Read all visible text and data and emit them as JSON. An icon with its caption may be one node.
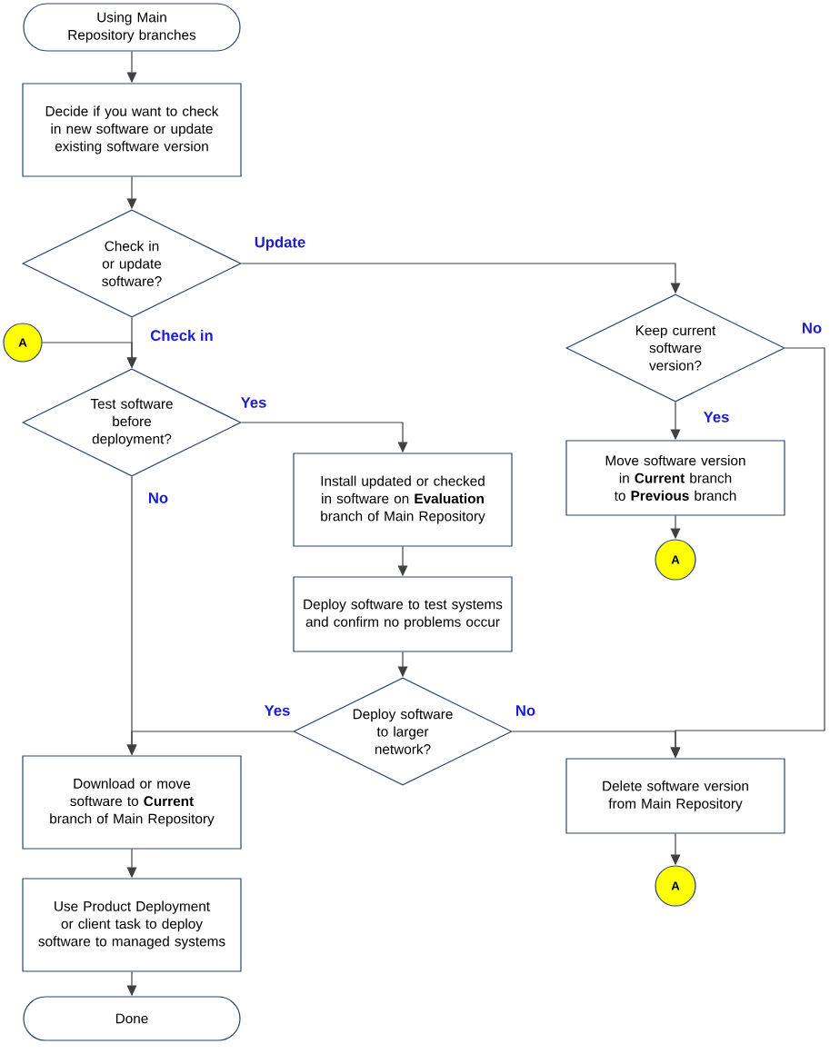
{
  "diagram": {
    "nodes": [
      {
        "text": [
          "Using Main Repository branches"
        ]
      },
      {
        "text": [
          "Decide if you want to check in new software or update existing software version"
        ]
      },
      {
        "text": [
          "Check in or update software?"
        ]
      },
      {
        "text": [
          "A"
        ]
      },
      {
        "text": [
          "Test software before deployment?"
        ]
      },
      {
        "text": [
          "Install updated or checked in software on **Evaluation** branch of Main Repository"
        ]
      },
      {
        "text": [
          "Deploy software to test systems and confirm no problems occur"
        ]
      },
      {
        "text": [
          "Deploy software to larger network?"
        ]
      },
      {
        "text": [
          "Download or move software to **Current** branch of Main Repository"
        ]
      },
      {
        "text": [
          "Use Product Deployment or client task to deploy software to managed systems"
        ]
      },
      {
        "text": [
          "Done"
        ]
      },
      {
        "text": [
          "Keep current software version?"
        ]
      },
      {
        "text": [
          "Move software version in **Current** branch to **Previous** branch"
        ]
      },
      {
        "text": [
          "A"
        ]
      },
      {
        "text": [
          "Delete software version from Main Repository"
        ]
      },
      {
        "text": [
          "A"
        ]
      }
    ],
    "edges": [
      {
        "from": 0,
        "to": 1,
        "arrow": "to"
      },
      {
        "from": 1,
        "to": 2,
        "arrow": "to"
      },
      {
        "from": 2,
        "to": 4,
        "arrow": "to",
        "label": "Check in"
      },
      {
        "from": 3,
        "to": 4,
        "arrow": "to"
      },
      {
        "from": 2,
        "to": 11,
        "arrow": "to",
        "label": "Update"
      },
      {
        "from": 4,
        "to": 5,
        "arrow": "to",
        "label": "Yes"
      },
      {
        "from": 4,
        "to": 8,
        "arrow": "to",
        "label": "No"
      },
      {
        "from": 5,
        "to": 6,
        "arrow": "to"
      },
      {
        "from": 6,
        "to": 7,
        "arrow": "to"
      },
      {
        "from": 7,
        "to": 8,
        "arrow": "to",
        "label": "Yes"
      },
      {
        "from": 7,
        "to": 14,
        "arrow": "to",
        "label": "No"
      },
      {
        "from": 11,
        "to": 12,
        "arrow": "to",
        "label": "Yes"
      },
      {
        "from": 11,
        "to": 14,
        "arrow": "to",
        "label": "No"
      },
      {
        "from": 12,
        "to": 13,
        "arrow": "to"
      },
      {
        "from": 14,
        "to": 15,
        "arrow": "to"
      },
      {
        "from": 8,
        "to": 9,
        "arrow": "to"
      },
      {
        "from": 9,
        "to": 10,
        "arrow": "to"
      }
    ]
  }
}
